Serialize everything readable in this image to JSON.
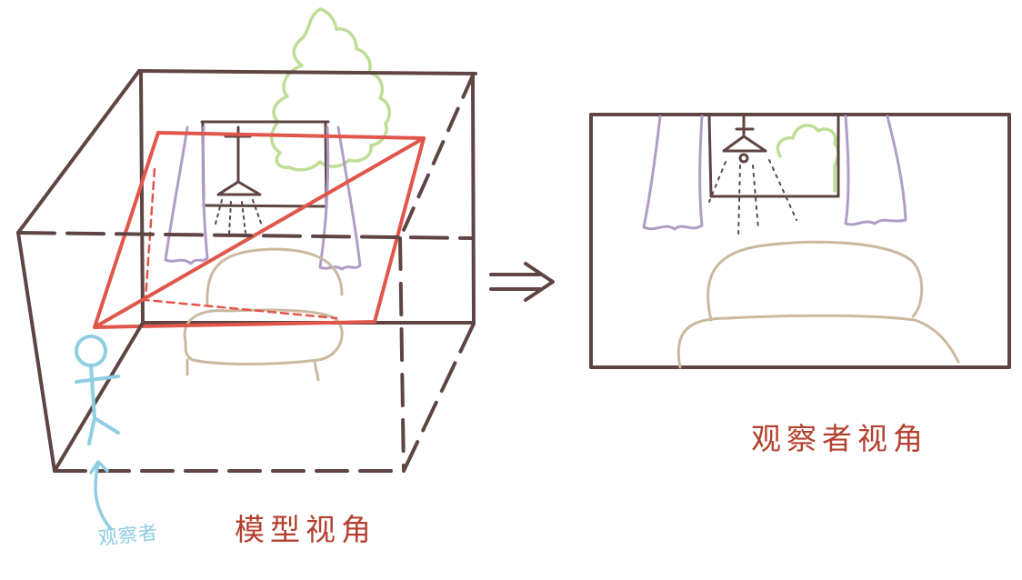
{
  "labels": {
    "model_view": "模型视角",
    "observer_view": "观察者视角",
    "observer": "观察者"
  },
  "colors": {
    "frame": "#5e4542",
    "section_plane": "#e0564a",
    "curtain": "#b19cc8",
    "tree": "#bedd95",
    "furniture": "#cbb99f",
    "observer": "#8fcde2",
    "text": "#b4412f"
  }
}
